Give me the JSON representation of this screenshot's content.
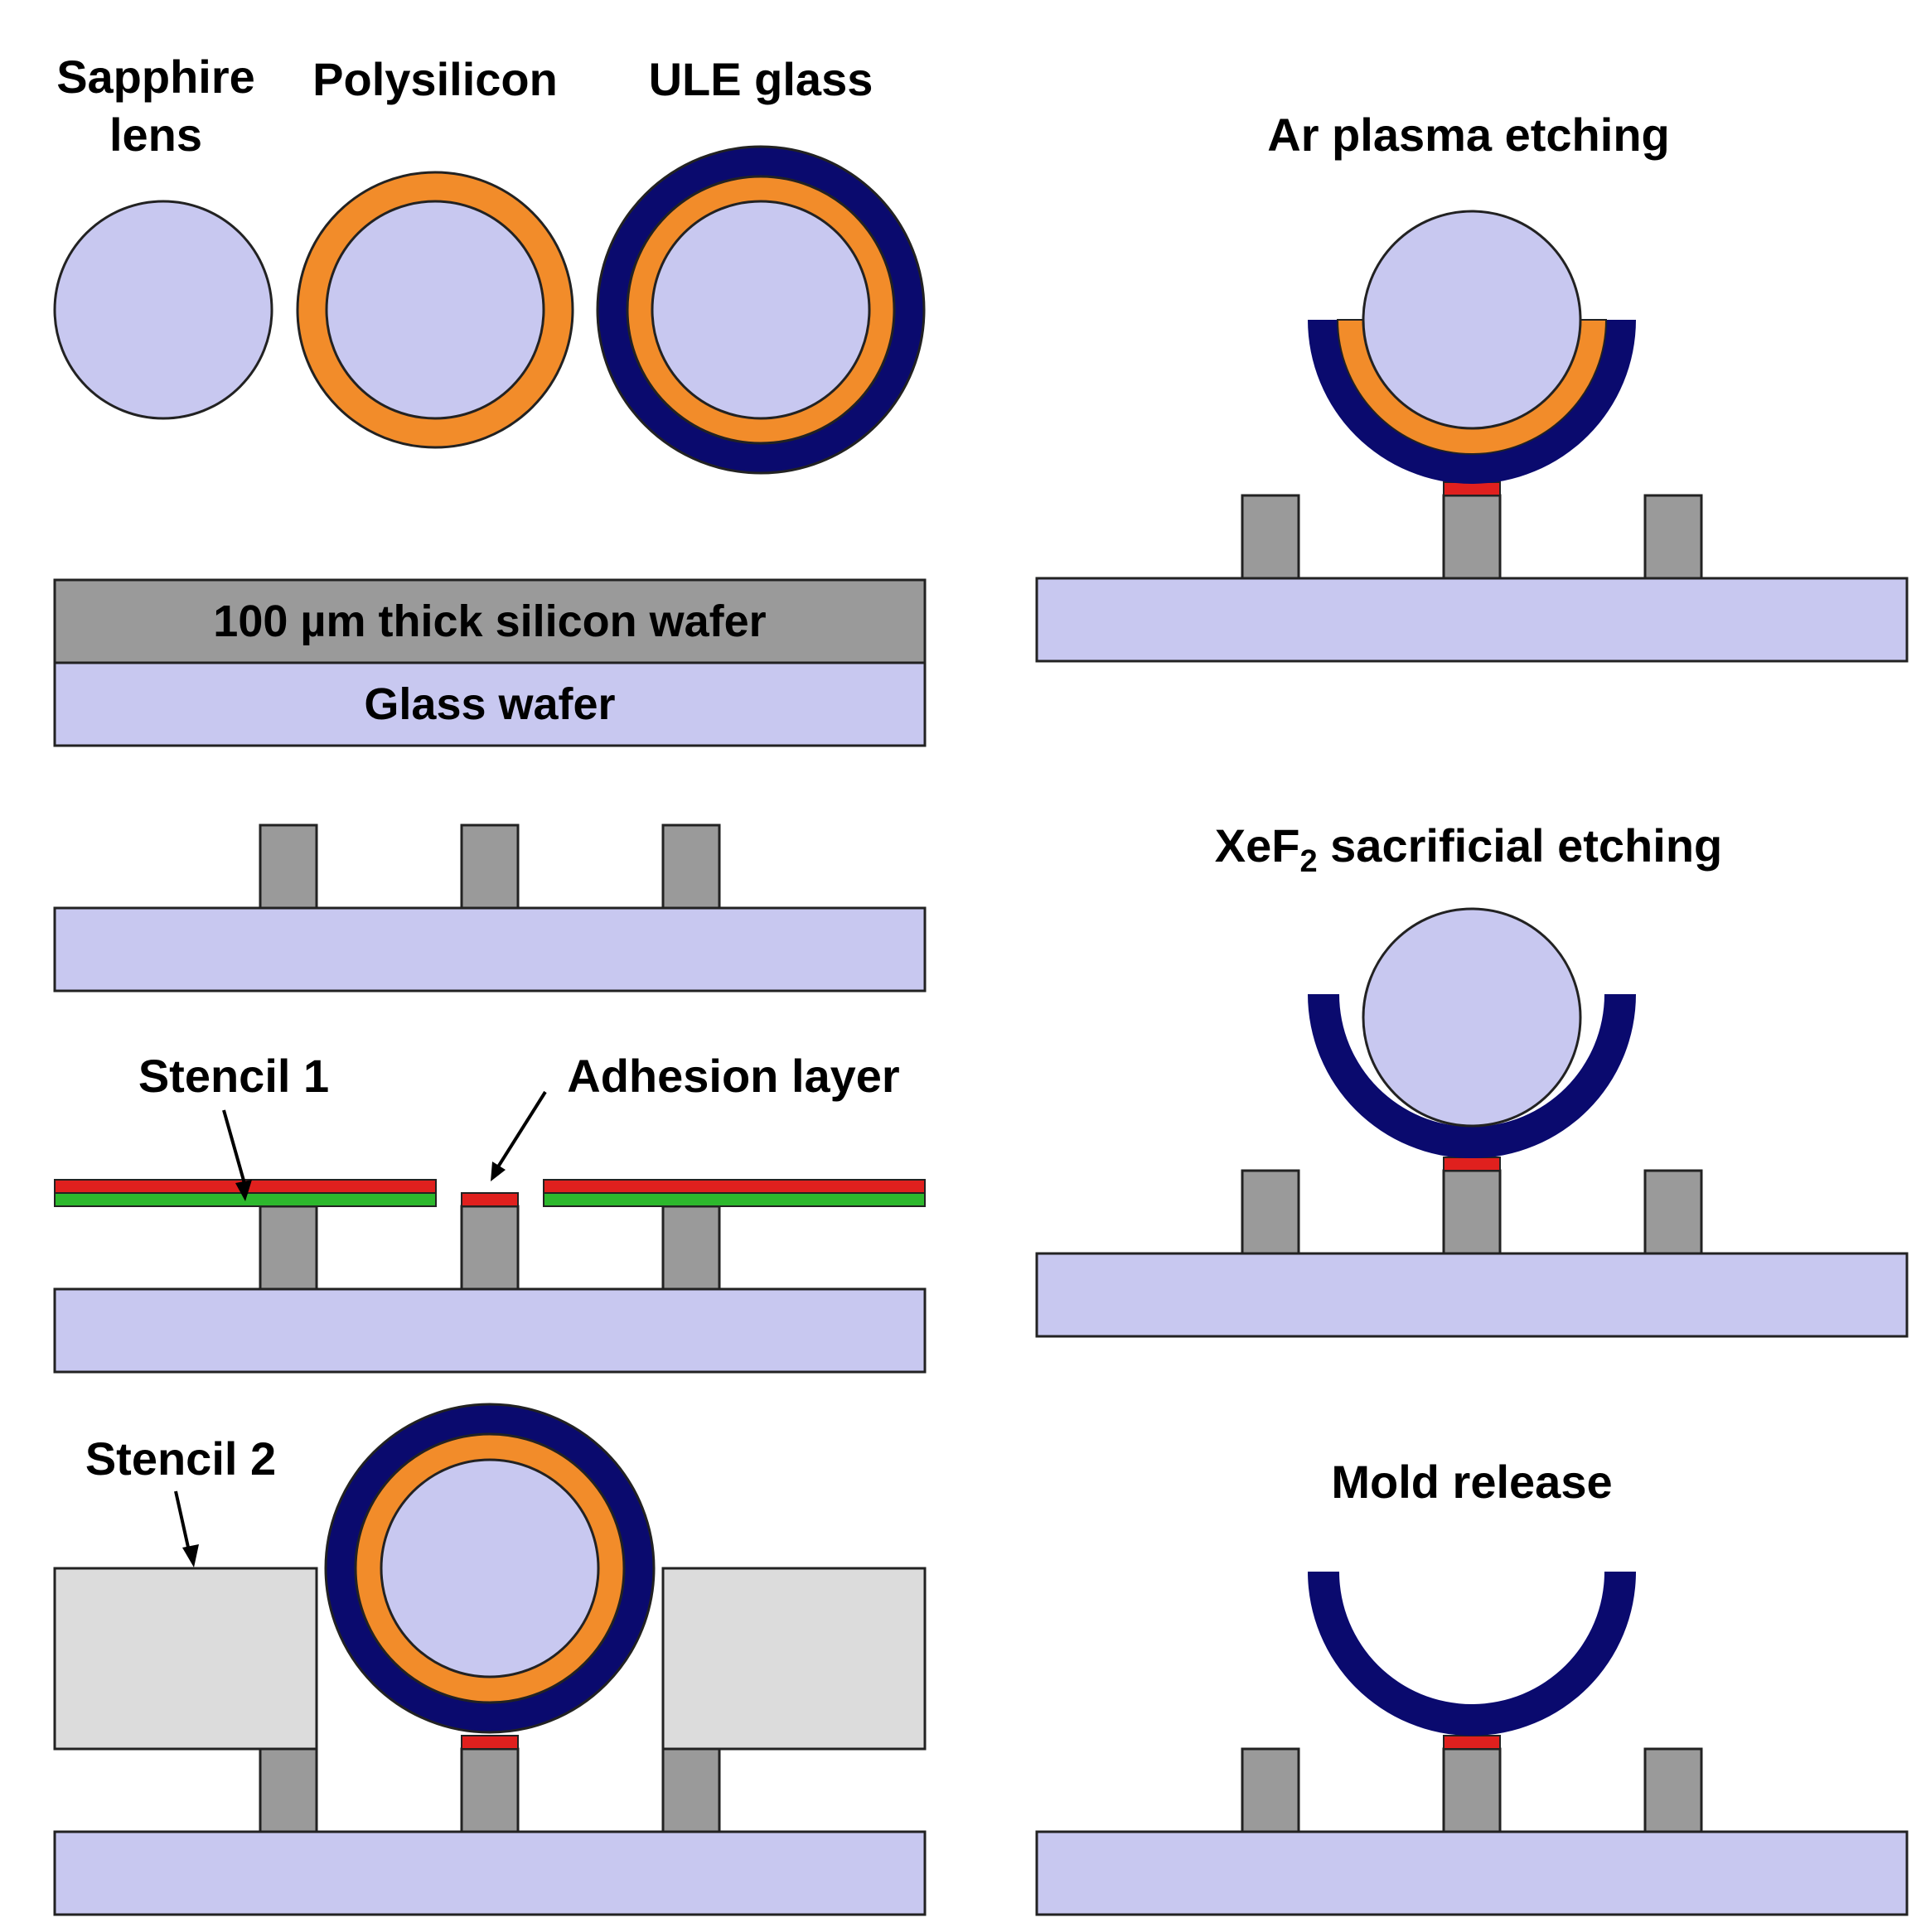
{
  "labels": {
    "sapphire_line1": "Sapphire",
    "sapphire_line2": "lens",
    "polysilicon": "Polysilicon",
    "ule_glass": "ULE glass",
    "silicon_wafer": "100 µm thick silicon wafer",
    "glass_wafer": "Glass wafer",
    "stencil1": "Stencil 1",
    "adhesion_layer": "Adhesion layer",
    "stencil2": "Stencil 2",
    "ar_plasma": "Ar plasma etching",
    "xef2_prefix": "XeF",
    "xef2_sub": "2",
    "xef2_suffix": " sacrificial etching",
    "mold_release": "Mold release"
  },
  "colors": {
    "sapphire": "#c8c8f0",
    "polysilicon": "#f28c2a",
    "ule_glass": "#0a0a6e",
    "silicon": "#9a9a9a",
    "glass_wafer": "#c8c8f0",
    "adhesion": "#e0201e",
    "stencil1": "#2db82d",
    "stencil2": "#dcdcdc",
    "outline": "#222222"
  }
}
